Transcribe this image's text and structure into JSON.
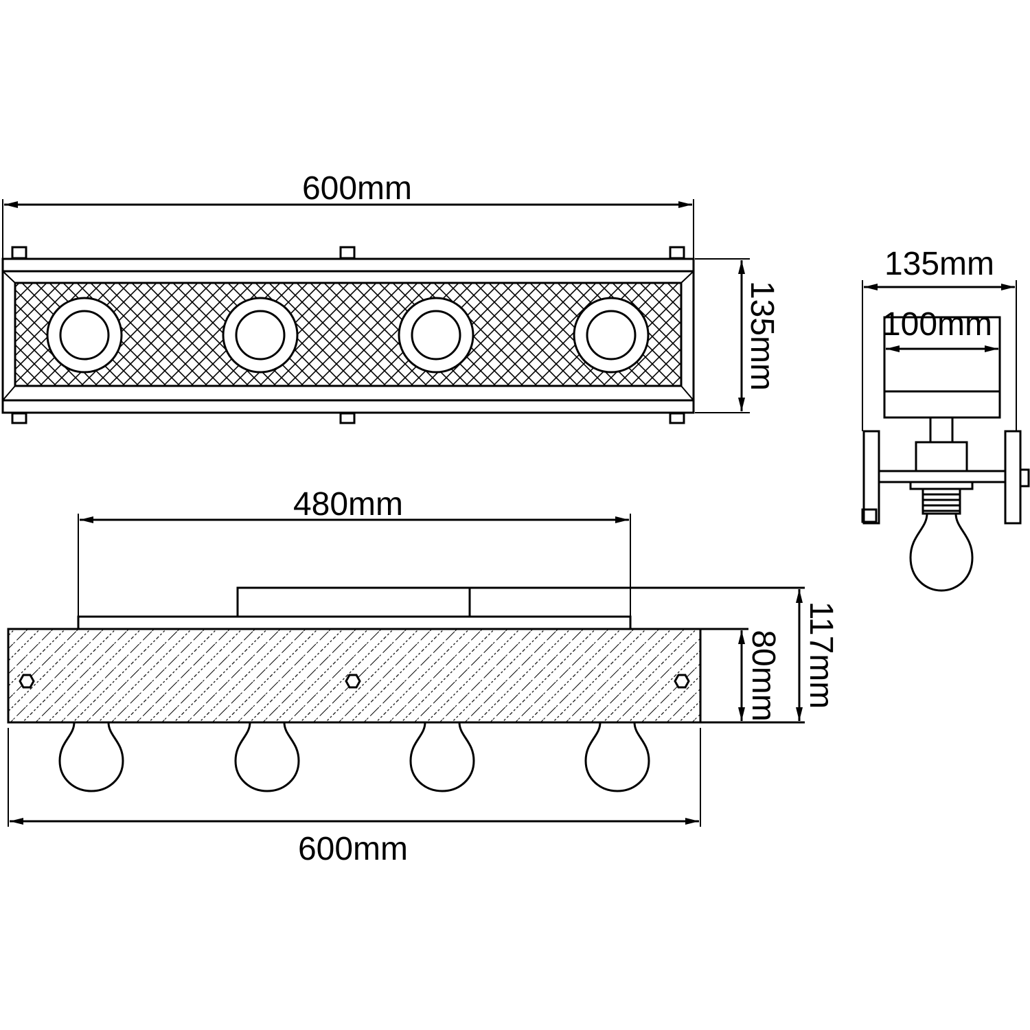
{
  "dimensions": {
    "top_width": "600mm",
    "top_depth": "135mm",
    "side_depth": "135mm",
    "side_inner": "100mm",
    "front_span": "480mm",
    "front_height_total": "117mm",
    "front_height_body": "80mm",
    "front_width": "600mm"
  },
  "colors": {
    "line": "#000000",
    "background": "#ffffff"
  }
}
